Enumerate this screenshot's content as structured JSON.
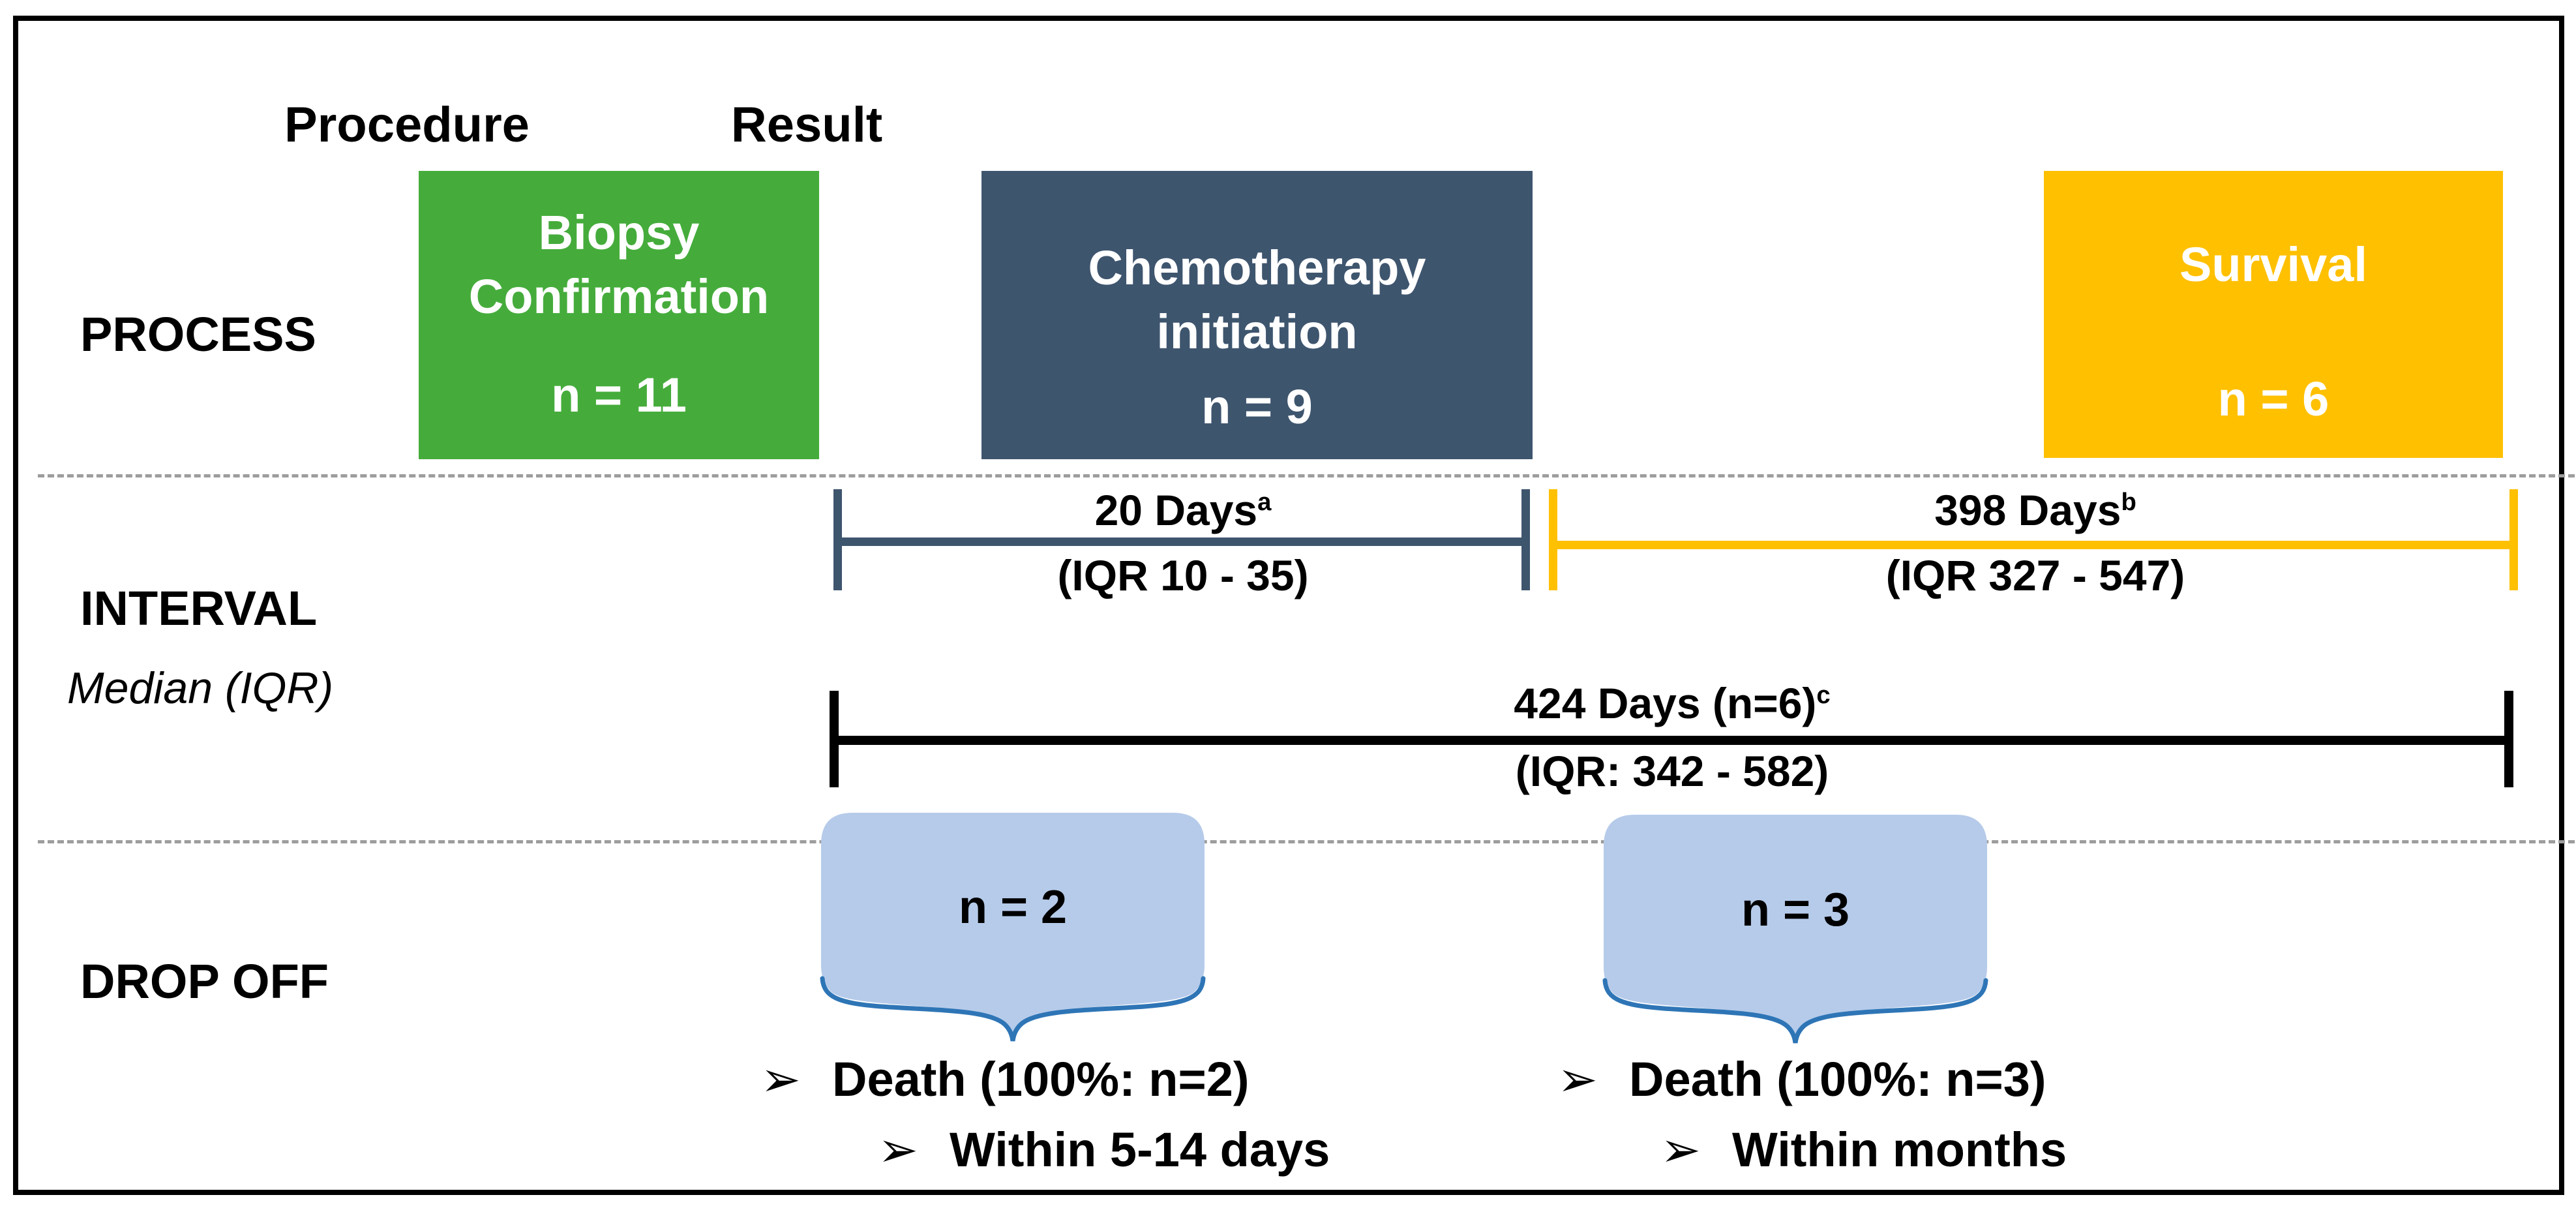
{
  "header": {
    "procedure": "Procedure",
    "result": "Result"
  },
  "row_labels": {
    "process": "PROCESS",
    "interval": "INTERVAL",
    "interval_sub": "Median (IQR)",
    "dropoff": "DROP OFF"
  },
  "boxes": [
    {
      "title": "Biopsy Confirmation",
      "n": "n = 11"
    },
    {
      "title": "Chemotherapy initiation",
      "n": "n = 9"
    },
    {
      "title": "Survival",
      "n": "n = 6"
    }
  ],
  "intervals": [
    {
      "value": "20 Days",
      "sup": "a",
      "iqr": "(IQR 10 - 35)"
    },
    {
      "value": "398 Days",
      "sup": "b",
      "iqr": "(IQR 327 - 547)"
    },
    {
      "value": "424 Days (n=6)",
      "sup": "c",
      "iqr": "(IQR: 342 - 582)"
    }
  ],
  "dropoffs": [
    {
      "n": "n = 2",
      "bullets": [
        "Death (100%: n=2)",
        "Within 5-14 days"
      ]
    },
    {
      "n": "n = 3",
      "bullets": [
        "Death (100%: n=3)",
        "Within months"
      ]
    }
  ],
  "icons": {
    "bullet": "➢"
  },
  "colors": {
    "green": "#45AC3B",
    "slate": "#3E556E",
    "yellow": "#FFC000",
    "black_line": "#000000",
    "dropoff_fill": "#B6CBEA",
    "dropoff_stroke": "#2E75B6",
    "dashed_gray": "#9D9D9D"
  }
}
